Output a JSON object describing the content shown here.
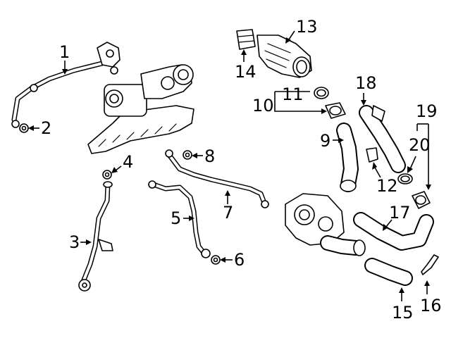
{
  "diagram": {
    "callouts": [
      "1",
      "2",
      "3",
      "4",
      "5",
      "6",
      "7",
      "8",
      "9",
      "10",
      "11",
      "12",
      "13",
      "14",
      "15",
      "16",
      "17",
      "18",
      "19",
      "20"
    ]
  },
  "colors": {
    "line": "#000000",
    "background": "#ffffff"
  }
}
